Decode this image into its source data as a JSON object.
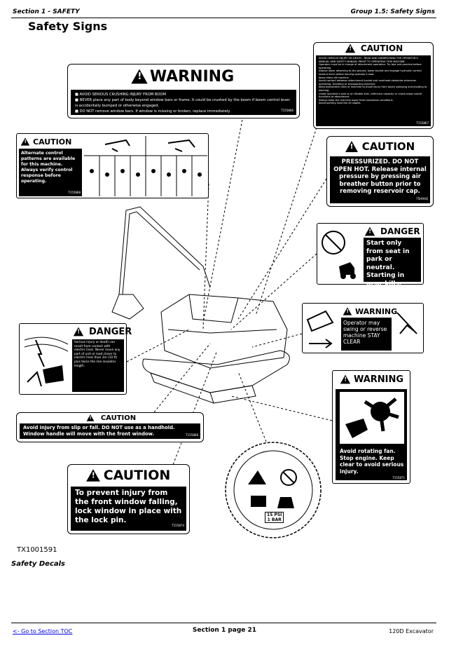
{
  "header": {
    "section": "Section 1 - SAFETY",
    "group": "Group 1.5: Safety Signs"
  },
  "page_title": "Safety Signs",
  "decals": {
    "warning_top": {
      "signal": "WARNING",
      "lines": [
        "■ AVOID SERIOUS CRUSHING INJURY FROM BOOM",
        "■ NEVER place any part of body beyond window bars or frame. It could be crushed by the boom if boom control lever is accidentally bumped or otherwise engaged.",
        "■ DO NOT remove window bars. If window is missing or broken, replace immediately."
      ],
      "code": "T155866"
    },
    "caution_top_right": {
      "signal": "CAUTION",
      "lines": [
        "AVOID SERIOUS INJURY OR DEATH - READ AND UNDERSTAND THE OPERATOR'S MANUAL AND SAFETY MANUAL PRIOR TO OPERATING THIS MACHINE.",
        "Operator must be in charge of attachment operation. Try test and practice before operating.",
        "Always lower attaching to the ground, lower bucket and engage hydraulic control lockout lever before leaving operator's seat.",
        "Keep riders off machine.",
        "Avoid contact between attachment bucket and overhead obstacles whenever operating, traveling or transporting machine.",
        "Keep bystanders clear of machine to avoid injury from boom swinging and pivoting to working.",
        "Under operator's seat or on tiltable side, reference capacity or check-lower swivel functions to attachment.",
        "Always keep the machine away from hazardous conditions.",
        "Avoid parking machine on slopes."
      ],
      "code": "T155867"
    },
    "caution_patterns": {
      "signal": "CAUTION",
      "text": "Alternate control patterns are available for this machine. Always verify control response before operating.",
      "code": "T155868"
    },
    "caution_pressurized": {
      "signal": "CAUTION",
      "text": "PRESSURIZED. DO NOT OPEN HOT. Release internal pressure by pressing air breather button prior to removing reservoir cap.",
      "code": "T5H9HQ"
    },
    "danger_start": {
      "signal": "DANGER",
      "text": "Start only from seat in park or neutral. Starting in gear kills."
    },
    "warning_swing": {
      "signal": "WARNING",
      "text": "Operator may swing or reverse machine STAY CLEAR"
    },
    "danger_electric": {
      "signal": "DANGER",
      "text": "Serious injury or death can result from contact with electric lines. Never move any part of unit or load closer to electric lines than 3m (10 ft) plus twice the line insulator length."
    },
    "caution_handhold": {
      "signal": "CAUTION",
      "text": "Avoid injury from slip or fall. DO NOT use as a handhold. Window handle will move with the front window.",
      "code": "T155868"
    },
    "warning_fan": {
      "signal": "WARNING",
      "text": "Avoid rotating fan. Stop engine. Keep clear to avoid serious injury.",
      "code": "T155871"
    },
    "caution_window": {
      "signal": "CAUTION",
      "text": "To prevent injury from the front window falling, lock window in place with the lock pin.",
      "code": "T155874"
    },
    "cap": {
      "psi": "15 PSI",
      "bar": "1 BAR"
    }
  },
  "figure_id": "TX1001591",
  "caption": "Safety Decals",
  "footer": {
    "toc_link": "<- Go to Section TOC",
    "page": "Section 1 page 21",
    "model": "120D Excavator"
  },
  "colors": {
    "text": "#000000",
    "link": "#0000ee",
    "background": "#ffffff"
  }
}
